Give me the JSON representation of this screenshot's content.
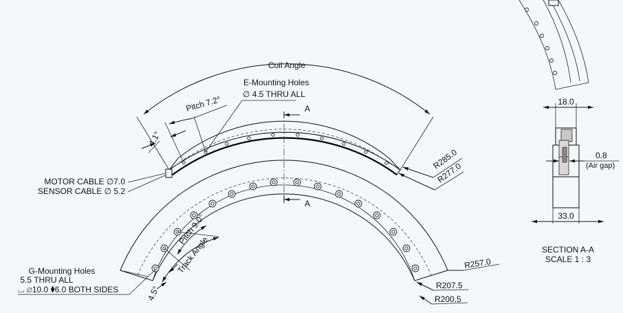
{
  "labels": {
    "coil_angle": "Coil Angle",
    "e_holes_title": "E-Mounting Holes",
    "e_holes_spec": "∅ 4.5 THRU ALL",
    "pitch_top": "Pitch 7.2°",
    "angle_top": "4.1°",
    "motor_cable": "MOTOR CABLE ∅7.0",
    "sensor_cable": "SENSOR CABLE ∅ 5.2",
    "r285": "R285.0",
    "r277": "R277.0",
    "section_a_top": "A",
    "section_a_bottom": "A",
    "pitch_bottom": "Pitch 9.0°",
    "track_angle": "Track Angle",
    "angle_bottom": "4.5°",
    "g_holes_title": "G-Mounting Holes",
    "g_holes_line2": "5.5 THRU ALL",
    "g_holes_line3": "⌴ ∅10.0 ⧫6.0 BOTH SIDES",
    "r257": "R257.0",
    "r207": "R207.5",
    "r200": "R200.5",
    "dim_18": "18.0",
    "dim_08": "0.8",
    "air_gap": "(Air gap)",
    "dim_33": "33.0",
    "section_title": "SECTION A-A",
    "section_scale": "SCALE 1 : 3"
  }
}
